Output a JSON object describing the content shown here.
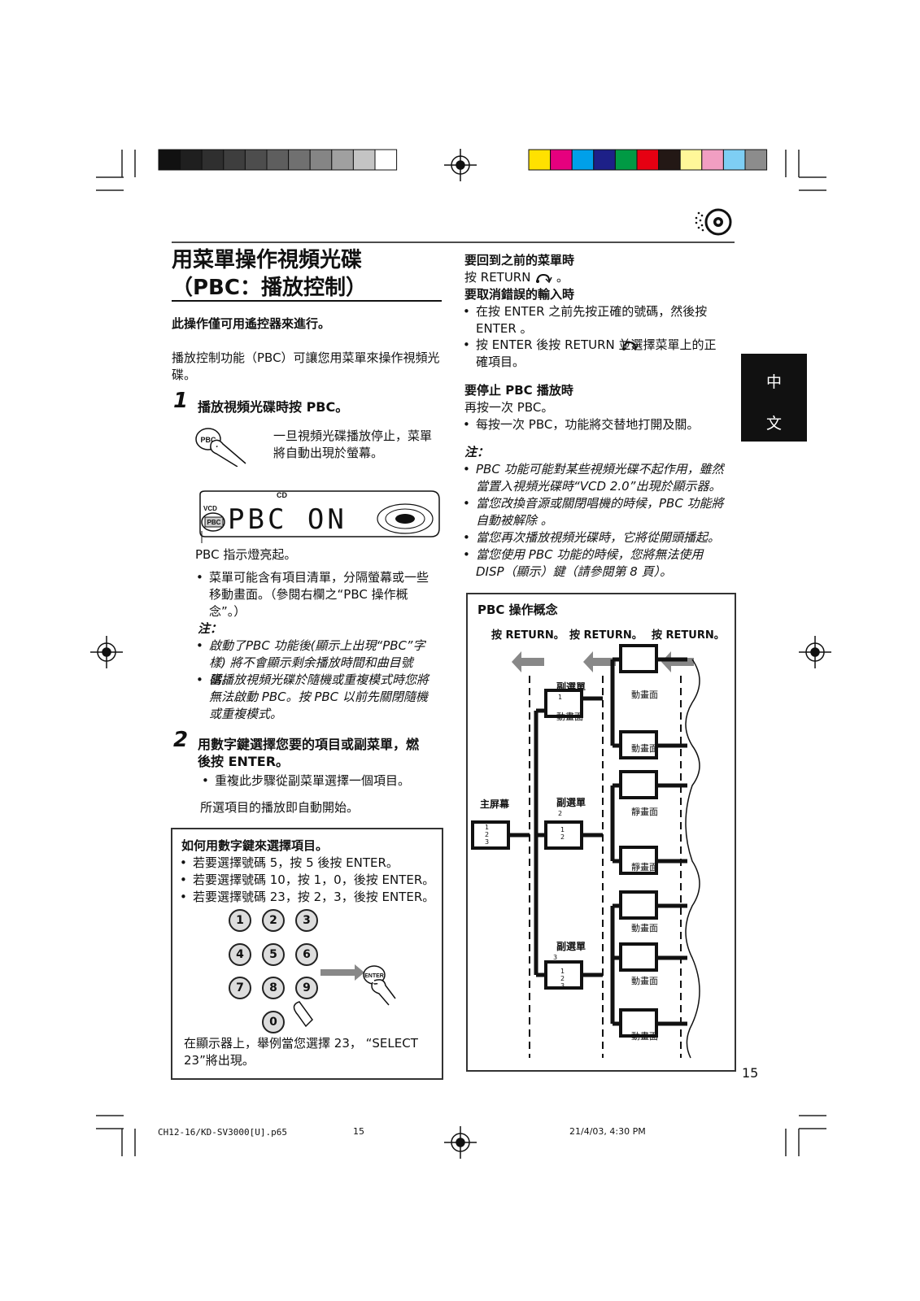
{
  "colors": {
    "gray_bar": [
      "#111111",
      "#1f1f1f",
      "#2f2f2f",
      "#3e3e3e",
      "#4d4d4d",
      "#5e5e5e",
      "#707070",
      "#858585",
      "#a0a0a0",
      "#c4c4c4",
      "#ffffff"
    ],
    "color_bar": [
      "#ffe100",
      "#e6007e",
      "#00a0e9",
      "#1d2088",
      "#009a44",
      "#e60012",
      "#231815",
      "#fff799",
      "#f19ec2",
      "#7ecef4",
      "#8c8c8c"
    ]
  },
  "title_line1": "用菜單操作視頻光碟",
  "title_line2": "（PBC：播放控制）",
  "intro_bold": "此操作僅可用遙控器來進行。",
  "intro_text": "播放控制功能（PBC）可讓您用菜單來操作視頻光碟。",
  "step1": {
    "num": "1",
    "title": "播放視頻光碟時按 PBC。",
    "btn": "PBC",
    "desc": "一旦視頻光碟播放停止，菜單將自動出現於螢幕。",
    "display_cd": "CD",
    "display_text": "PBC ON",
    "display_vcd": "VCD",
    "display_pbc": "PBC",
    "indicator": "PBC 指示燈亮起。",
    "bullet": "菜單可能含有項目清單，分隔螢幕或一些移動畫面。（參閱右欄之“PBC 操作概念”。）",
    "note_label": "注：",
    "notes": [
      "啟動了PBC 功能後(顯示上出現“PBC”字樣) 將不會顯示剩余播放時間和曲目號碼。",
      "當播放視頻光碟於隨機或重複模式時您將無法啟動 PBC。按 PBC 以前先關閉隨機或重複模式。"
    ]
  },
  "step2": {
    "num": "2",
    "title1": "用數字鍵選擇您要的項目或副菜單，燃",
    "title2": "後按 ENTER。",
    "bullet": "重複此步驟從副菜單選擇一個項目。",
    "auto": "所選項目的播放即自動開始。"
  },
  "numbox": {
    "title": "如何用數字鍵來選擇項目。",
    "items": [
      "若要選擇號碼 5，按 5 後按 ENTER。",
      "若要選擇號碼 10，按 1，0，後按 ENTER。",
      "若要選擇號碼 23，按 2，3，後按 ENTER。"
    ],
    "keys": [
      "1",
      "2",
      "3",
      "4",
      "5",
      "6",
      "7",
      "8",
      "9",
      "0"
    ],
    "enter": "ENTER",
    "footer": "在顯示器上，舉例當您選擇 23， “SELECT 23”將出現。"
  },
  "right": {
    "return_title": "要回到之前的菜單時",
    "return_text": "按 RETURN",
    "return_end": "。",
    "cancel_title": "要取消錯誤的輸入時",
    "cancel_items": [
      "在按 ENTER 之前先按正確的號碼，然後按 ENTER 。",
      "按 ENTER 後按 RETURN       並選擇菜單上的正確項目。"
    ],
    "stop_title": "要停止 PBC 播放時",
    "stop_text": "再按一次 PBC。",
    "stop_bullet": "每按一次 PBC，功能將交替地打開及關。",
    "note_label": "注：",
    "notes": [
      "PBC 功能可能對某些視頻光碟不起作用，雖然當置入視頻光碟時“VCD 2.0”出現於顯示器。",
      "當您改換音源或關閉唱機的時候，PBC 功能將自動被解除 。",
      "當您再次播放視頻光碟時，它將從開頭播起。",
      "當您使用 PBC 功能的時候，您將無法使用 DISP（顯示）鍵（請參閱第 8 頁）。"
    ]
  },
  "concept": {
    "title": "PBC 操作概念",
    "returns": [
      "按 RETURN。",
      "按 RETURN。",
      "按 RETURN。"
    ],
    "main": "主屏幕",
    "sub": "副選單",
    "sub_nums": [
      "1",
      "2",
      "3"
    ],
    "moving": "動畫面",
    "still": "靜畫面",
    "list_123": [
      "1",
      "2",
      "3"
    ],
    "list_12": [
      "1",
      "2"
    ]
  },
  "tab": [
    "中",
    "文"
  ],
  "page_num": "15",
  "footer": {
    "file": "CH12-16/KD-SV3000[U].p65",
    "page": "15",
    "date": "21/4/03, 4:30 PM"
  }
}
